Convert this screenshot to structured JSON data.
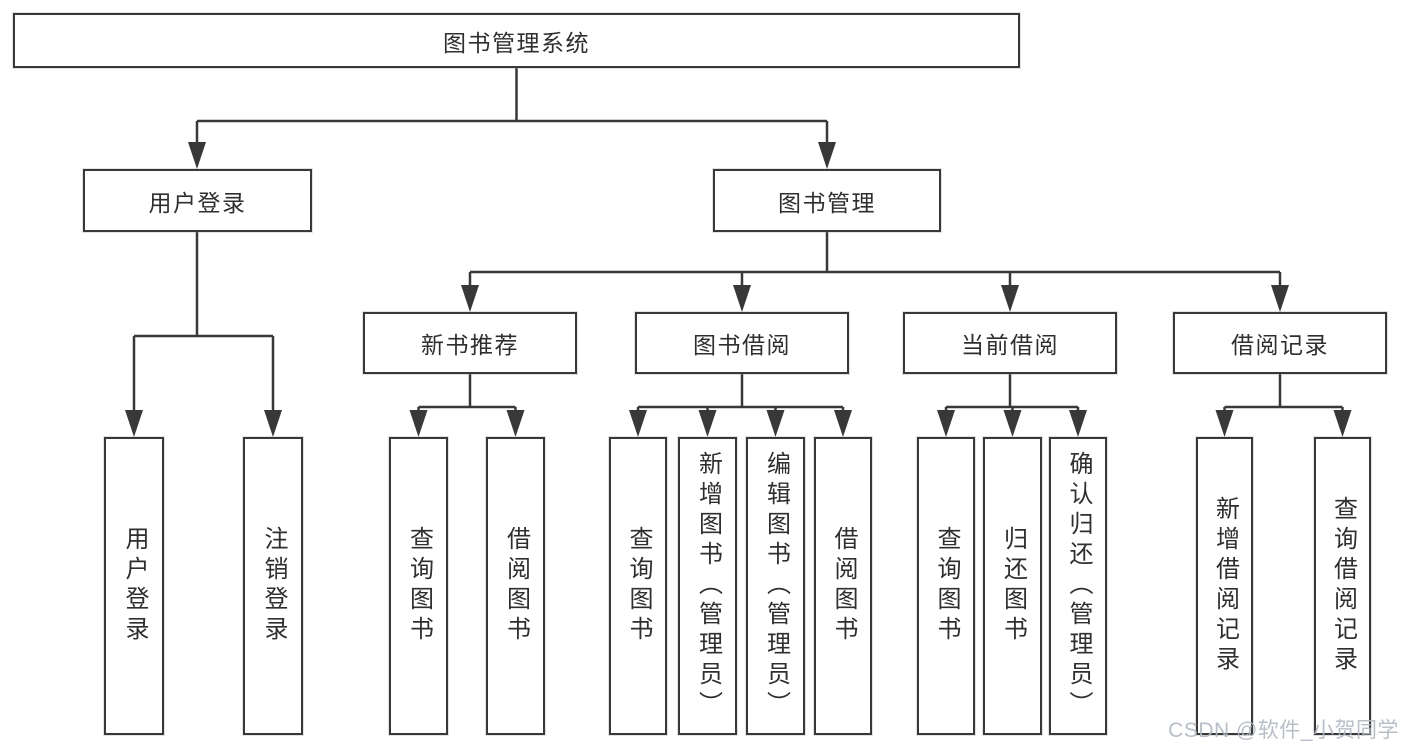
{
  "diagram": {
    "title": "图书管理系统",
    "level2": [
      {
        "label": "用户登录",
        "leaves": [
          "用户登录",
          "注销登录"
        ]
      },
      {
        "label": "图书管理",
        "modules": [
          {
            "label": "新书推荐",
            "leaves": [
              "查询图书",
              "借阅图书"
            ]
          },
          {
            "label": "图书借阅",
            "leaves": [
              "查询图书",
              "新增图书（管理员）",
              "编辑图书（管理员）",
              "借阅图书"
            ]
          },
          {
            "label": "当前借阅",
            "leaves": [
              "查询图书",
              "归还图书",
              "确认归还（管理员）"
            ]
          },
          {
            "label": "借阅记录",
            "leaves": [
              "新增借阅记录",
              "查询借阅记录"
            ]
          }
        ]
      }
    ]
  },
  "colors": {
    "line": "#383838",
    "box_border": "#383838",
    "text": "#2f2f2f",
    "background": "#ffffff",
    "watermark": "#b2b8c2"
  },
  "watermark": "CSDN @软件_小贺同学"
}
